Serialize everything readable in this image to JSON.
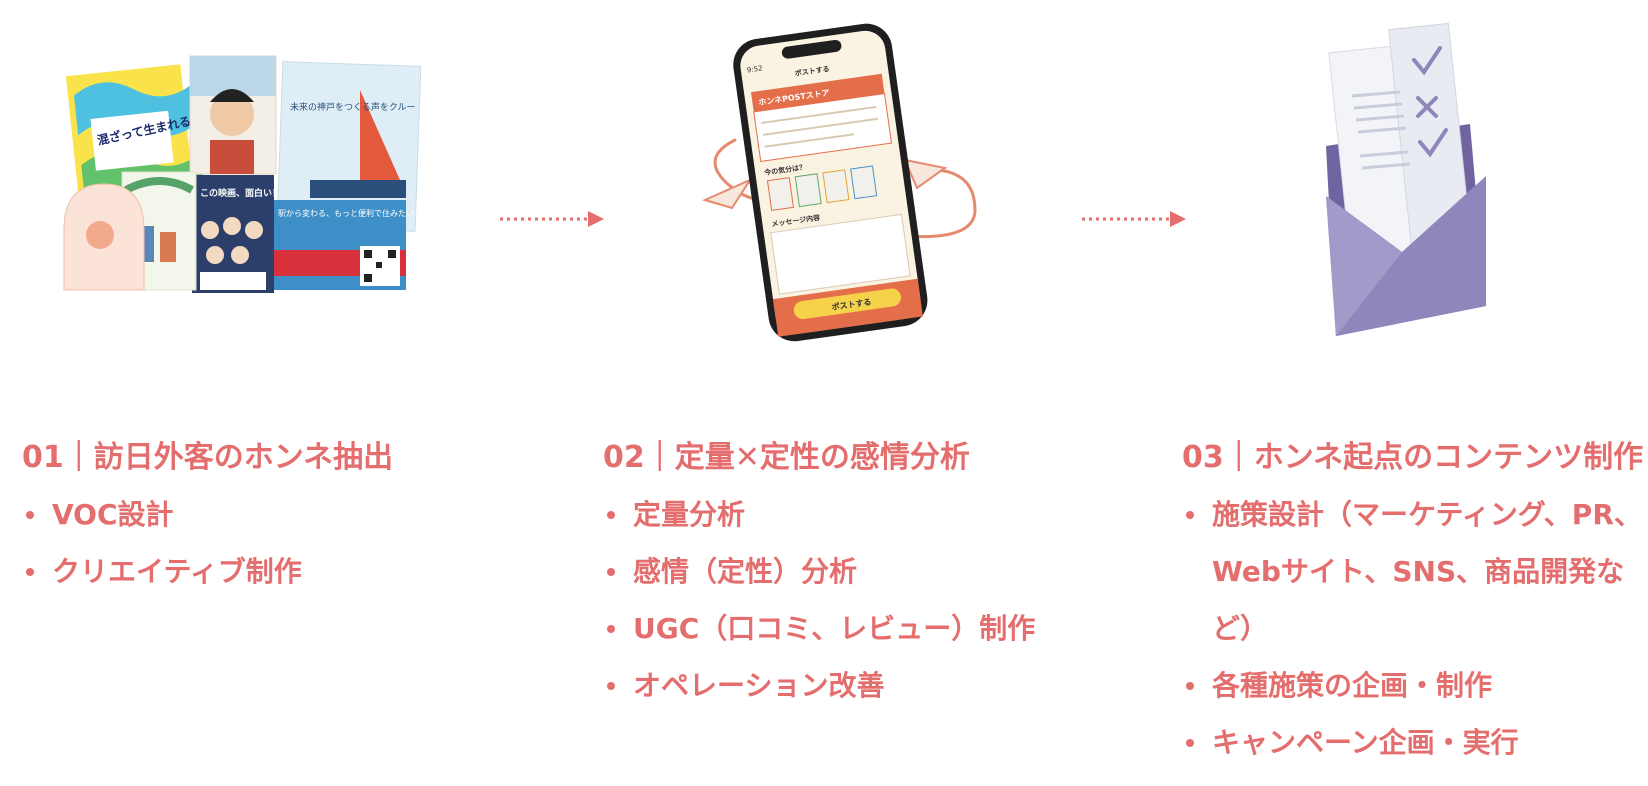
{
  "colors": {
    "accent": "#e46d6d",
    "phone_cream": "#fbf3e2",
    "envelope": "#8f86bb"
  },
  "illustrations": {
    "posters": {
      "poster_a_title": "混ざって生まれる新しい未来",
      "poster_b_title": "この映画、面白い！",
      "poster_c_title": "未来の神戸をつくる声をクルー",
      "poster_d_title": "駅から変わる、もっと便利で住みたいまちへ"
    },
    "phone": {
      "status_time": "9:52",
      "nav_title": "ポストする",
      "card_title": "ホンネPOSTストア",
      "question": "今の気分は？",
      "message_label": "メッセージ内容",
      "submit_label": "ポストする"
    }
  },
  "steps": [
    {
      "title": "01｜訪日外客のホンネ抽出",
      "items": [
        "VOC設計",
        "クリエイティブ制作"
      ]
    },
    {
      "title": "02｜定量✕定性の感情分析",
      "items": [
        "定量分析",
        "感情（定性）分析",
        "UGC（口コミ、レビュー）制作",
        "オペレーション改善"
      ]
    },
    {
      "title": "03｜ホンネ起点のコンテンツ制作",
      "items": [
        "施策設計（マーケティング、PR、Webサイト、SNS、商品開発など）",
        "各種施策の企画・制作",
        "キャンペーン企画・実行"
      ]
    }
  ]
}
